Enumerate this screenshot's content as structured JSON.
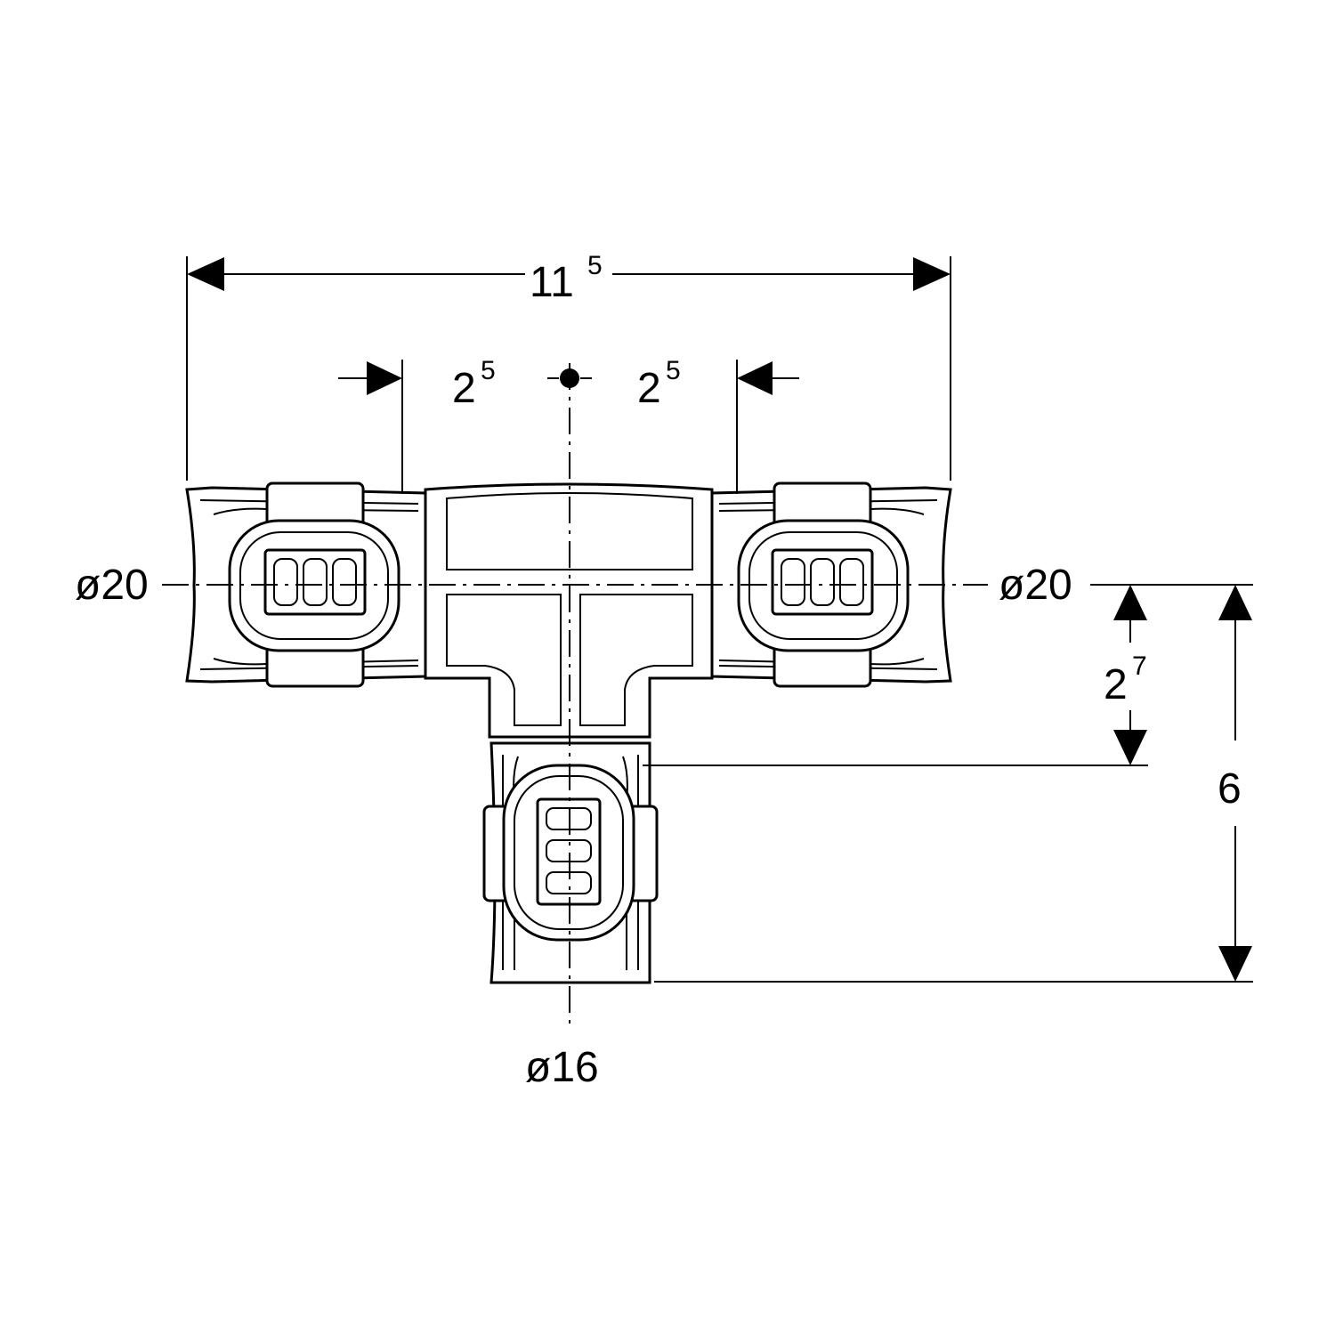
{
  "dimensions": {
    "overall_width": {
      "base": "11",
      "sup": "5"
    },
    "left_offset": {
      "base": "2",
      "sup": "5"
    },
    "right_offset": {
      "base": "2",
      "sup": "5"
    },
    "branch_socket": {
      "base": "2",
      "sup": "7"
    },
    "total_height": "6"
  },
  "diameters": {
    "left": "ø20",
    "right": "ø20",
    "bottom": "ø16"
  }
}
